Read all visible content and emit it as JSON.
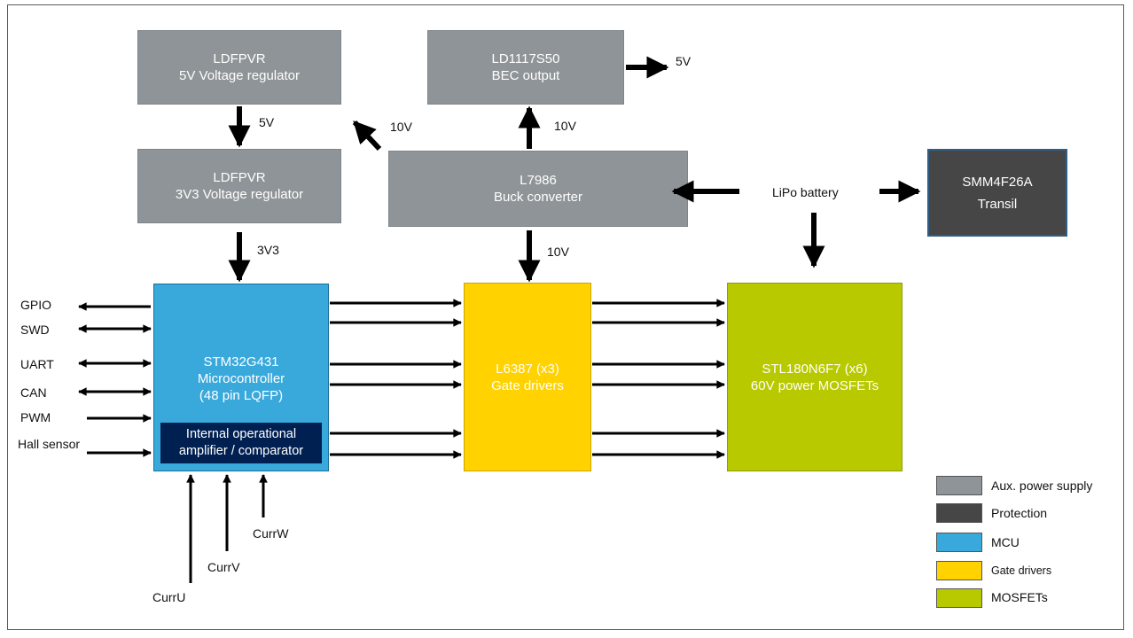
{
  "blocks": {
    "ldfpvr5": {
      "line1": "LDFPVR",
      "line2": "5V Voltage regulator"
    },
    "ld1117": {
      "line1": "LD1117S50",
      "line2": "BEC output"
    },
    "ldfpvr3v3": {
      "line1": "LDFPVR",
      "line2": "3V3 Voltage regulator"
    },
    "l7986": {
      "line1": "L7986",
      "line2": "Buck converter"
    },
    "smm4f26a": {
      "line1": "SMM4F26A",
      "line2": "Transil"
    },
    "mcu": {
      "line1": "STM32G431",
      "line2": "Microcontroller",
      "line3": "(48 pin LQFP)"
    },
    "opamp": {
      "line1": "Internal operational",
      "line2": "amplifier / comparator"
    },
    "gate": {
      "line1": "L6387 (x3)",
      "line2": "Gate drivers"
    },
    "mosfet": {
      "line1": "STL180N6F7 (x6)",
      "line2": "60V power MOSFETs"
    }
  },
  "labels": {
    "v5_reg_out": "5V",
    "v10_to_ldfpvr": "10V",
    "v10_to_ld1117": "10V",
    "v5_bec_out": "5V",
    "lipo": "LiPo battery",
    "v3v3": "3V3",
    "v10_to_gate": "10V",
    "gpio": "GPIO",
    "swd": "SWD",
    "uart": "UART",
    "can": "CAN",
    "pwm": "PWM",
    "hall": "Hall sensor",
    "curru": "CurrU",
    "currv": "CurrV",
    "currw": "CurrW"
  },
  "legend": [
    {
      "label": "Aux. power supply",
      "color": "#8e9497"
    },
    {
      "label": "Protection",
      "color": "#464646"
    },
    {
      "label": "MCU",
      "color": "#39a9dc"
    },
    {
      "label": "Gate drivers",
      "color": "#ffd200"
    },
    {
      "label": "MOSFETs",
      "color": "#b9c900"
    }
  ]
}
